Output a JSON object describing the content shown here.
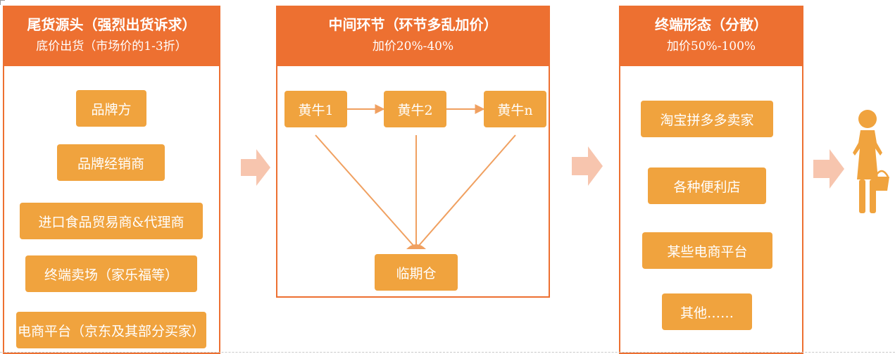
{
  "source": {
    "title": "尾货源头（强烈出货诉求）",
    "subtitle": "底价出货（市场价的1-3折）",
    "items": [
      "品牌方",
      "品牌经销商",
      "进口食品贸易商&代理商",
      "终端卖场（家乐福等）",
      "电商平台（京东及其部分买家）"
    ]
  },
  "middle": {
    "title": "中间环节（环节多乱加价）",
    "subtitle": "加价20%-40%",
    "nodes": [
      "黄牛1",
      "黄牛2",
      "黄牛n"
    ],
    "warehouse": "临期仓"
  },
  "terminal": {
    "title": "终端形态（分散）",
    "subtitle": "加价50%-100%",
    "items": [
      "淘宝拼多多卖家",
      "各种便利店",
      "某些电商平台",
      "其他……"
    ]
  },
  "colors": {
    "header": "#ED7031",
    "box": "#F0A33E",
    "flow_arrow": "#F7C5AE",
    "line": "#F0A060",
    "person": "#F0A33E"
  },
  "icons": [
    "flow-arrow-icon",
    "shopper-person-icon"
  ]
}
